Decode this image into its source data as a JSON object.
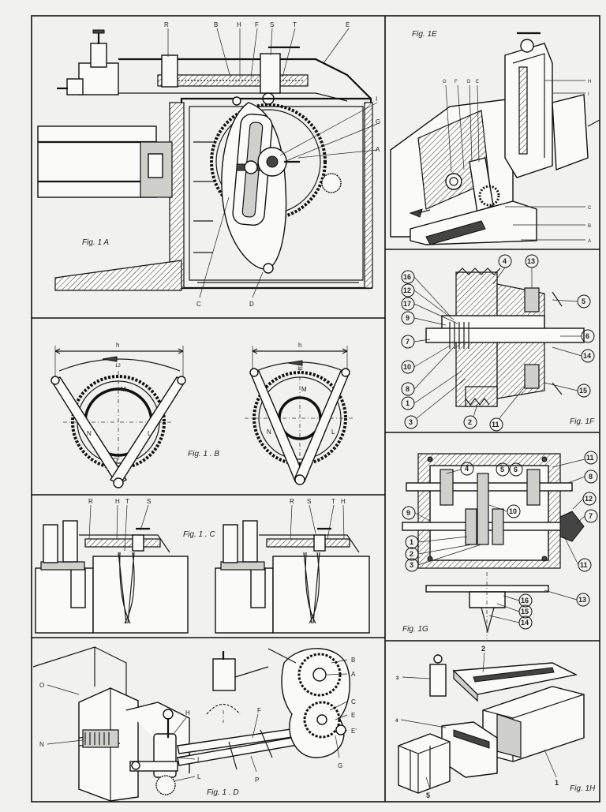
{
  "captions": {
    "fig1a": "Fig. 1 A",
    "fig1b": "Fig. 1 . B",
    "fig1c": "Fig. 1 . C",
    "fig1d": "Fig. 1 . D",
    "fig1e": "Fig. 1E",
    "fig1f": "Fig. 1F",
    "fig1g": "Fig. 1G",
    "fig1h": "Fig. 1H"
  },
  "fig1a": {
    "top_labels": [
      "R",
      "B",
      "H",
      "F",
      "S",
      "T",
      "E"
    ],
    "side_labels": [
      "I",
      "G",
      "A"
    ],
    "bottom_labels": [
      "C",
      "D"
    ]
  },
  "fig1b": {
    "dim_label": "h",
    "arc_label": "12",
    "labels": [
      "M",
      "N",
      "L",
      "O"
    ]
  },
  "fig1c": {
    "left_labels": [
      "R",
      "H",
      "T",
      "S"
    ],
    "right_labels": [
      "R",
      "S",
      "T",
      "H"
    ]
  },
  "fig1d": {
    "left_labels": [
      "O",
      "N"
    ],
    "mid_labels": [
      "H",
      "F",
      "I",
      "L",
      "P"
    ],
    "right_labels": [
      "B",
      "A",
      "C",
      "E",
      "E'",
      "G"
    ]
  },
  "fig1e": {
    "top_labels": [
      "G",
      "F",
      "D",
      "E"
    ],
    "right_labels": [
      "H",
      "I",
      "C",
      "B",
      "A"
    ]
  },
  "fig1f": {
    "numbers": [
      "4",
      "13",
      "16",
      "12",
      "17",
      "9",
      "7",
      "10",
      "8",
      "1",
      "3",
      "2",
      "11",
      "5",
      "6",
      "14",
      "15"
    ]
  },
  "fig1g": {
    "numbers": [
      "4",
      "5",
      "6",
      "11",
      "8",
      "9",
      "10",
      "12",
      "7",
      "1",
      "2",
      "3",
      "11",
      "13",
      "16",
      "15",
      "14"
    ]
  },
  "fig1h": {
    "numbers": [
      "2",
      "3",
      "4",
      "5",
      "1"
    ]
  }
}
